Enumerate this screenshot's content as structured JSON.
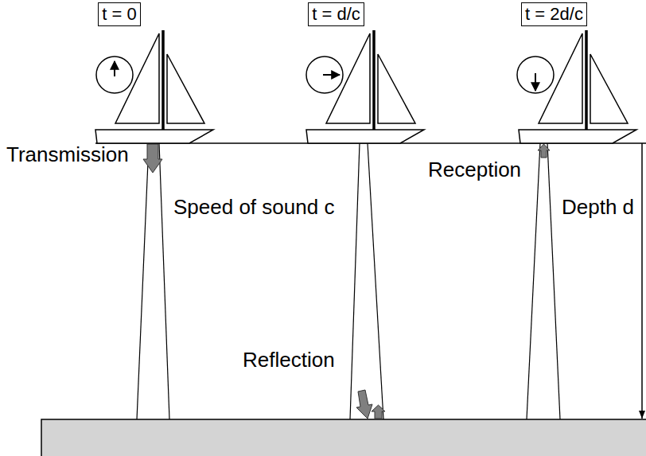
{
  "diagram": {
    "nodes": [
      {
        "text": [
          "t = 0"
        ]
      },
      {
        "text": [
          "t = d/c"
        ]
      },
      {
        "text": [
          "t = 2d/c"
        ]
      }
    ],
    "labels": [
      "Transmission",
      "Speed of sound c",
      "Reception",
      "Depth d",
      "Reflection"
    ]
  }
}
